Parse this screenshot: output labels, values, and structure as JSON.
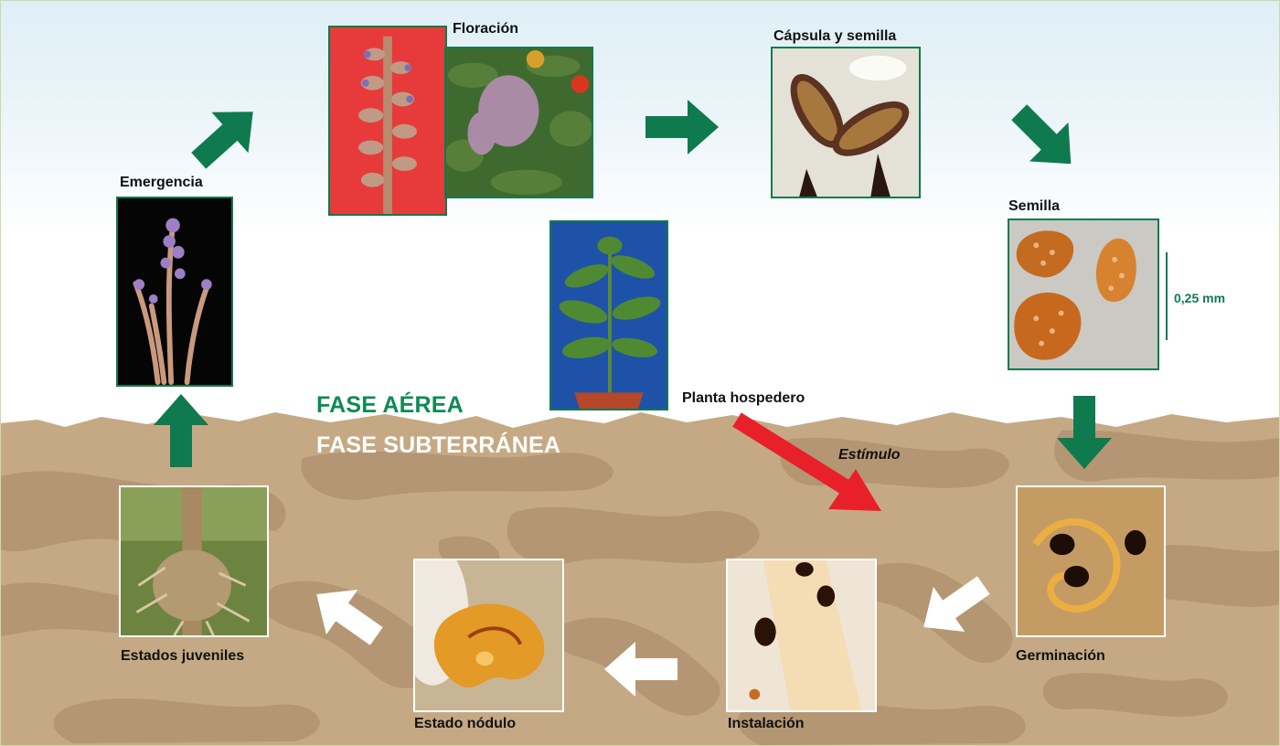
{
  "colors": {
    "arrow_green": "#0e7a4e",
    "arrow_white": "#ffffff",
    "stimulus_red": "#e8202a",
    "soil": "#c5a985",
    "soil_dark": "#b39472",
    "photo_border": "#0f7a4d",
    "phase_aerial_text": "#0f8a55",
    "phase_underground_text": "#ffffff"
  },
  "phases": {
    "aerial": "FASE AÉREA",
    "underground": "FASE SUBTERRÁNEA"
  },
  "stages": {
    "emergence": "Emergencia",
    "flowering": "Floración",
    "capsule": "Cápsula y semilla",
    "seed": "Semilla",
    "germination": "Germinación",
    "installation": "Instalación",
    "nodule": "Estado nódulo",
    "juvenile": "Estados juveniles"
  },
  "host_plant": "Planta hospedero",
  "stimulus": "Estímulo",
  "scale_bar": "0,25 mm",
  "icons": [
    "arrow-icon",
    "stimulus-arrow-icon"
  ]
}
